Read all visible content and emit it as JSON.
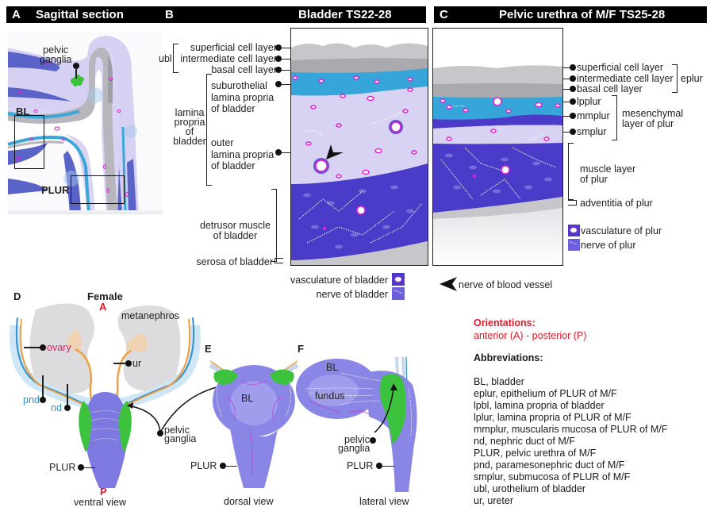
{
  "panels": {
    "A": {
      "letter": "A",
      "title": "Sagittal section",
      "labels": {
        "pelvic_ganglia": "pelvic\nganglia",
        "bl": "BL",
        "plur": "PLUR"
      }
    },
    "B": {
      "letter": "B",
      "title": "Bladder TS22-28",
      "layers": {
        "superficial": "superficial cell layer",
        "intermediate": "intermediate cell layer",
        "basal": "basal cell layer",
        "ubl": "ubl",
        "suburothelial": [
          "suburothelial",
          "lamina propria",
          "of bladder"
        ],
        "lamina_propria": [
          "lamina",
          "propria",
          "of",
          "bladder"
        ],
        "outer": [
          "outer",
          "lamina propria",
          "of bladder"
        ],
        "detrusor": [
          "detrusor muscle",
          "of bladder"
        ],
        "serosa": "serosa of bladder"
      },
      "legend": {
        "vasculature": "vasculature of bladder",
        "nerve": "nerve of bladder"
      }
    },
    "C": {
      "letter": "C",
      "title": "Pelvic urethra of M/F TS25-28",
      "layers": {
        "superficial": "superficial cell layer",
        "intermediate": "intermediate cell layer",
        "basal": "basal cell layer",
        "eplur": "eplur",
        "lpplur": "lpplur",
        "mmplur": "mmplur",
        "smplur": "smplur",
        "mesenchymal": [
          "mesenchymal",
          "layer of plur"
        ],
        "muscle": [
          "muscle layer",
          "of plur"
        ],
        "adventitia": "adventitia of plur"
      },
      "legend": {
        "vasculature": "vasculature of plur",
        "nerve": "nerve of plur",
        "nerve_vessel": "nerve of blood vessel"
      }
    },
    "D": {
      "letter": "D",
      "sex": "Female",
      "anterior": "A",
      "posterior": "P",
      "metanephros": "metanephros",
      "ovary": "ovary",
      "ur": "ur",
      "pnd": "pnd",
      "nd": "nd",
      "pelvic_ganglia": [
        "pelvic",
        "ganglia"
      ],
      "plur": "PLUR",
      "view": "ventral view"
    },
    "E": {
      "letter": "E",
      "bl": "BL",
      "plur": "PLUR",
      "view": "dorsal view"
    },
    "F": {
      "letter": "F",
      "bl": "BL",
      "fundus": "fundus",
      "pelvic_ganglia": [
        "pelvic",
        "ganglia"
      ],
      "plur": "PLUR",
      "view": "lateral view"
    }
  },
  "orientations": {
    "title": "Orientations:",
    "text": "anterior (A) - posterior (P)"
  },
  "abbreviations": {
    "title": "Abbreviations:",
    "items": [
      "BL, bladder",
      "eplur, epithelium of PLUR of M/F",
      "lpbl, lamina propria of bladder",
      "lplur, lamina propria of PLUR of M/F",
      "mmplur, muscularis mucosa of PLUR of M/F",
      "nd, nephric duct of M/F",
      "PLUR, pelvic urethra of M/F",
      "pnd, paramesonephric duct of M/F",
      "smplur, submucosa of PLUR of M/F",
      "ubl, urothelium of bladder",
      "ur, ureter"
    ]
  },
  "colors": {
    "header": "#000000",
    "orientation_red": "#e0192b",
    "muscle": "#4a3bc9",
    "lamina": "#d9d3f3",
    "suburothelial": "#3aa7d9",
    "urothelium": "#bdbdbd",
    "vessel": "#e51ed8",
    "ganglia": "#3cc23c",
    "nd_blue": "#2f8fd1",
    "ureter_orange": "#f0a040",
    "ovary_pink": "#d6246e"
  }
}
